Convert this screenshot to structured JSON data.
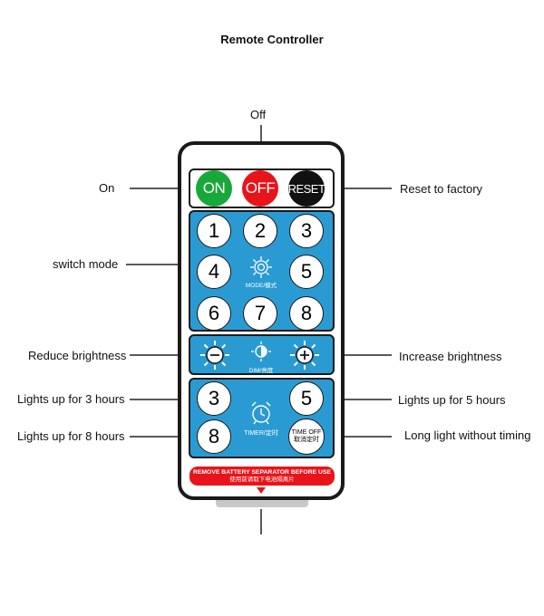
{
  "title": "Remote Controller",
  "labels": {
    "off": "Off",
    "on": "On",
    "reset": "Reset to factory",
    "switch_mode": "switch mode",
    "reduce": "Reduce brightness",
    "increase": "Increase brightness",
    "three_hours": "Lights up for 3 hours",
    "five_hours": "Lights up for 5 hours",
    "eight_hours": "Lights up for 8 hours",
    "long_light": "Long light without timing"
  },
  "buttons": {
    "on": "ON",
    "off": "OFF",
    "reset": "RESET",
    "modes": [
      "1",
      "2",
      "3",
      "4",
      "5",
      "6",
      "7",
      "8"
    ],
    "mode_caption": "MODE/模式",
    "dim_caption": "DIM/亮度",
    "timer_3": "3",
    "timer_5": "5",
    "timer_8": "8",
    "timer_caption": "TIMER/定时",
    "time_off_1": "TIME OFF",
    "time_off_2": "取消定时"
  },
  "warning": {
    "line1": "REMOVE BATTERY SEPARATOR BEFORE USE",
    "line2": "使用前请取下电池隔离片"
  },
  "colors": {
    "on": "#18a83a",
    "off": "#e8141a",
    "reset": "#111111",
    "panel": "#2a9bd2"
  }
}
